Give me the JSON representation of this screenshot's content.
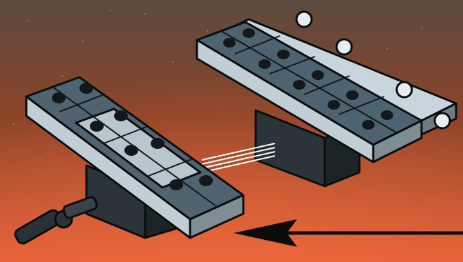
{
  "scene": {
    "description_labels": [],
    "colors": {
      "sky_top": "#5a4a40",
      "sky_mid": "#9a4a2a",
      "sky_bottom": "#e0603a",
      "plate_top": "#4f6470",
      "plate_side": "#2a3338",
      "plate_light": "#c7d3da",
      "stud": "#12181c",
      "connector": "#ffffff",
      "arrow": "#0b0b0b"
    },
    "icons": {
      "left_assembly": "lego-wing-plate",
      "right_assembly": "lego-wing-plate-with-clips",
      "hinge": "lego-hinge-arm",
      "motion_arrow": "arrow-left-icon",
      "connector_lines": "assembly-guide-lines"
    }
  }
}
